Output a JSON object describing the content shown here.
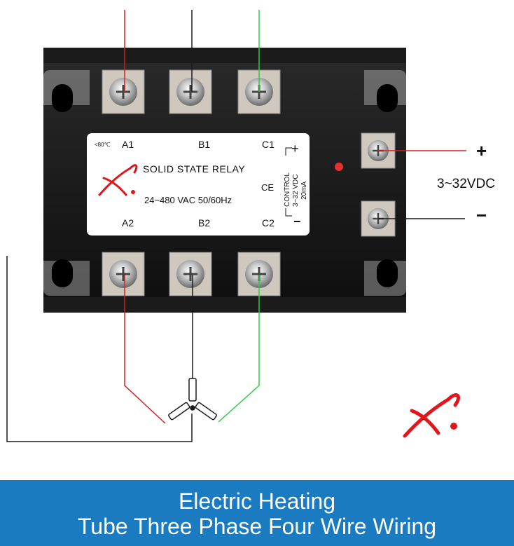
{
  "relay": {
    "temp_mark": "<80℃",
    "title": "SOLID STATE RELAY",
    "rating": "24~480 VAC 50/60Hz",
    "ce_mark": "CE",
    "control_label": "CONTROL",
    "control_voltage": "3~32 VDC",
    "control_current": "20mA",
    "terminal_labels": {
      "a1": "A1",
      "b1": "B1",
      "c1": "C1",
      "a2": "A2",
      "b2": "B2",
      "c2": "C2"
    },
    "plus_mark": "+",
    "minus_mark": "−"
  },
  "dc_input": {
    "plus": "+",
    "minus": "−",
    "voltage": "3~32VDC"
  },
  "wire_colors": {
    "phase_a": "#d42020",
    "phase_b": "#1a1a1a",
    "phase_c": "#2ecc40",
    "neutral": "#1a1a1a"
  },
  "banner": {
    "line1": "Electric Heating",
    "line2": "Tube Three Phase Four Wire Wiring",
    "bg_color": "#1a7bc1"
  },
  "logo": {
    "color": "#e0161d"
  }
}
